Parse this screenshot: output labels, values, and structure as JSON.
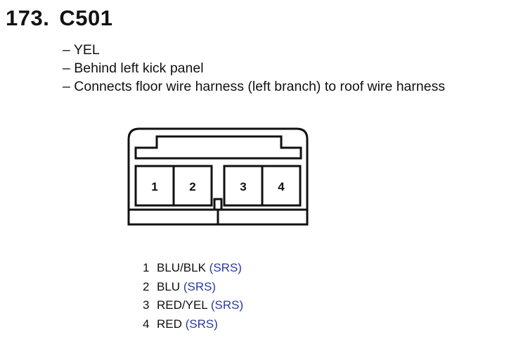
{
  "connector": {
    "index": "173.",
    "code": "C501"
  },
  "details": [
    "– YEL",
    "– Behind left kick panel",
    "– Connects floor wire harness (left branch) to roof wire harness"
  ],
  "diagram": {
    "pin_labels": [
      "1",
      "2",
      "3",
      "4"
    ]
  },
  "pins": [
    {
      "no": "1",
      "wire": "BLU/BLK",
      "system": "(SRS)"
    },
    {
      "no": "2",
      "wire": "BLU",
      "system": "(SRS)"
    },
    {
      "no": "3",
      "wire": "RED/YEL",
      "system": "(SRS)"
    },
    {
      "no": "4",
      "wire": "RED",
      "system": "(SRS)"
    }
  ],
  "colors": {
    "text": "#111111",
    "system_label": "#2a3a9e"
  }
}
